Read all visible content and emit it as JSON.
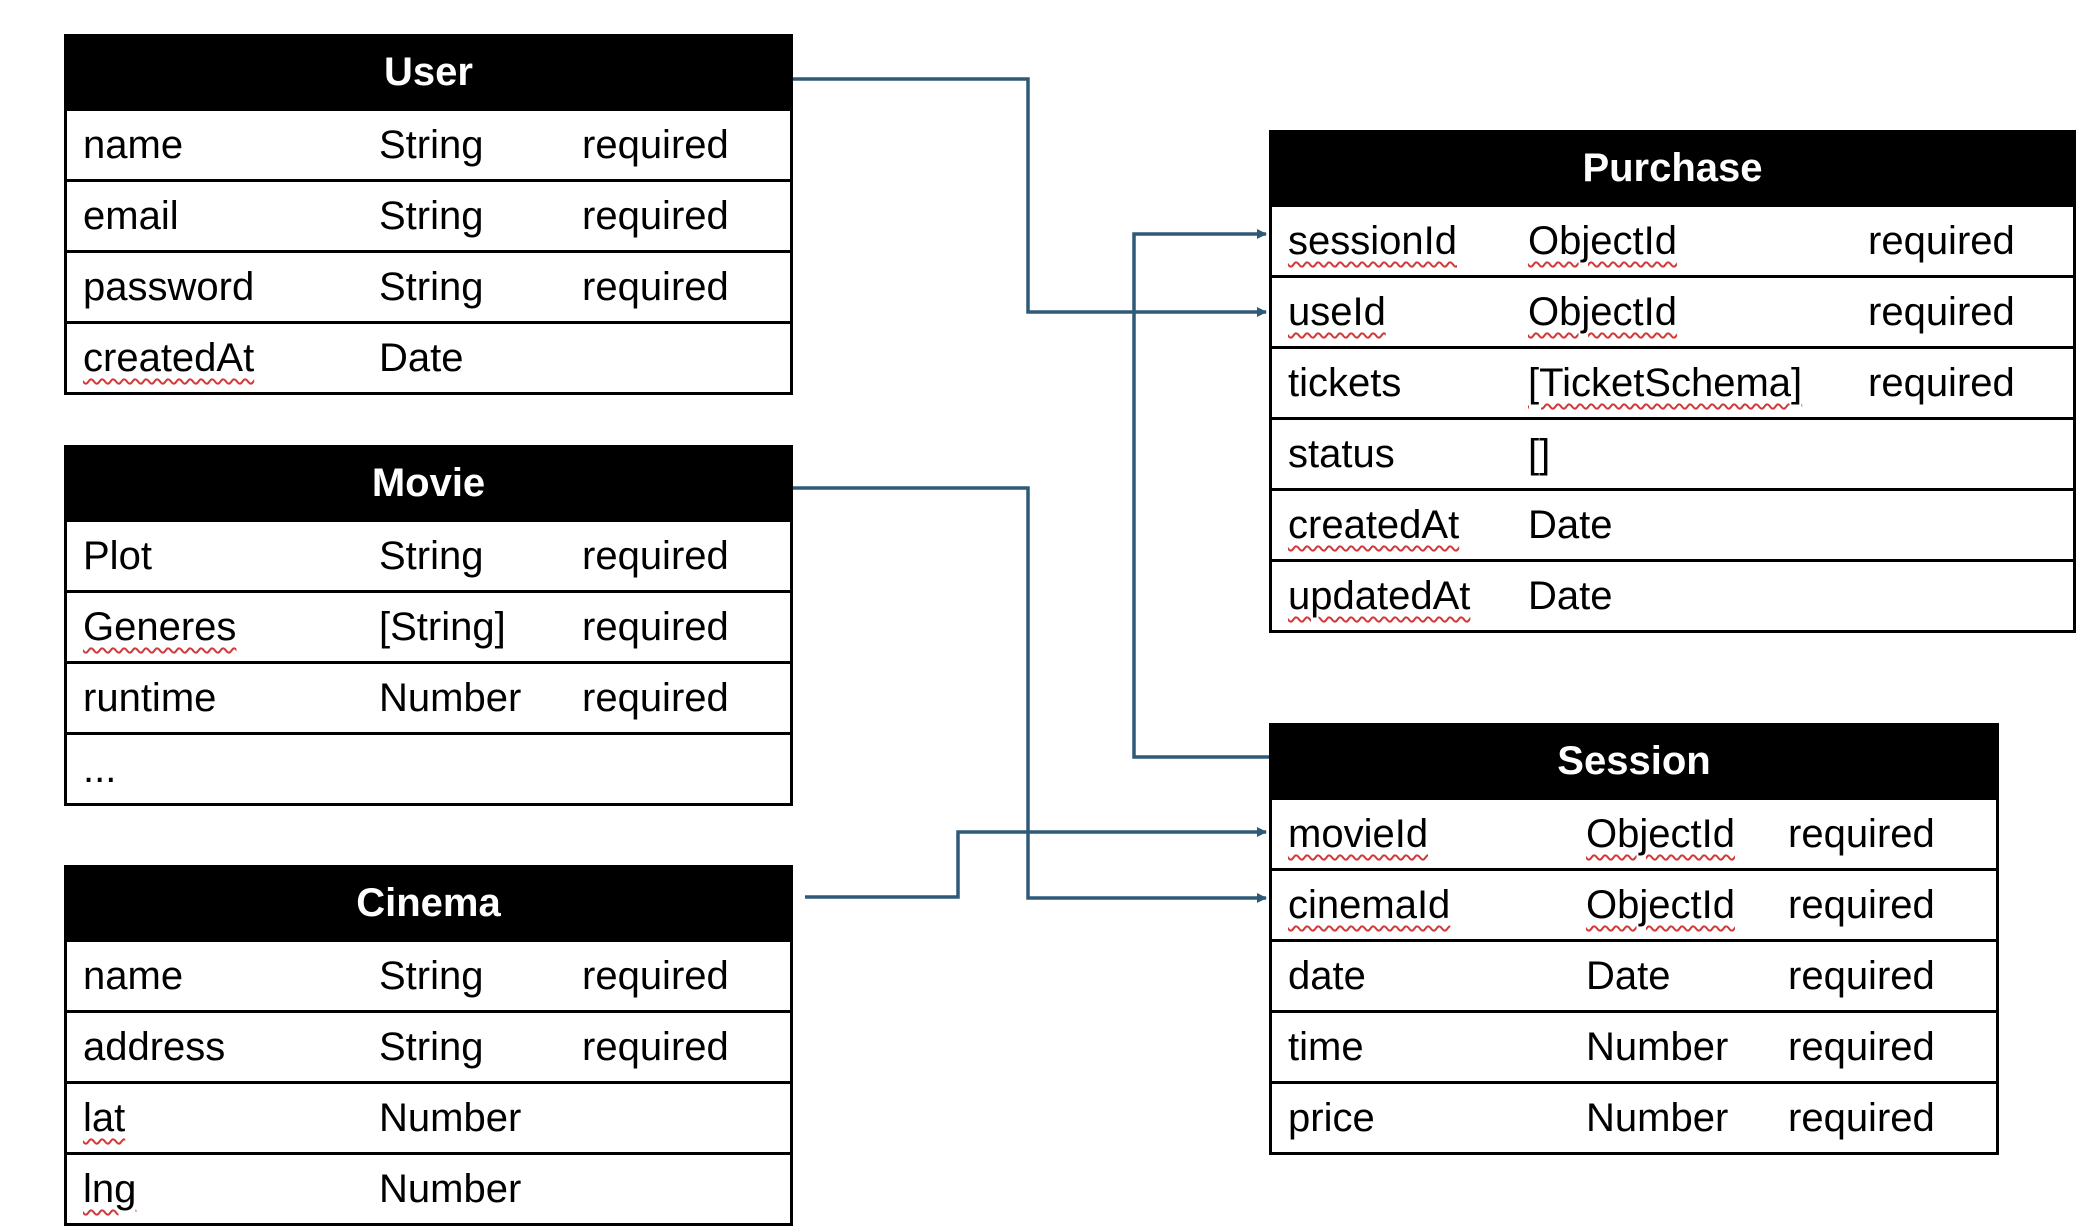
{
  "entities": {
    "user": {
      "title": "User",
      "fields": [
        {
          "name": "name",
          "type": "String",
          "req": "required"
        },
        {
          "name": "email",
          "type": "String",
          "req": "required"
        },
        {
          "name": "password",
          "type": "String",
          "req": "required"
        },
        {
          "name": "createdAt",
          "type": "Date",
          "req": ""
        }
      ]
    },
    "movie": {
      "title": "Movie",
      "fields": [
        {
          "name": "Plot",
          "type": "String",
          "req": "required"
        },
        {
          "name": "Generes",
          "type": "[String]",
          "req": "required"
        },
        {
          "name": "runtime",
          "type": "Number",
          "req": "required"
        },
        {
          "name": "...",
          "type": "",
          "req": ""
        }
      ]
    },
    "cinema": {
      "title": "Cinema",
      "fields": [
        {
          "name": "name",
          "type": "String",
          "req": "required"
        },
        {
          "name": "address",
          "type": "String",
          "req": "required"
        },
        {
          "name": "lat",
          "type": "Number",
          "req": ""
        },
        {
          "name": "lng",
          "type": "Number",
          "req": ""
        }
      ]
    },
    "purchase": {
      "title": "Purchase",
      "fields": [
        {
          "name": "sessionId",
          "type": "ObjectId",
          "req": "required"
        },
        {
          "name": "useId",
          "type": "ObjectId",
          "req": "required"
        },
        {
          "name": "tickets",
          "type": "[TicketSchema]",
          "req": "required"
        },
        {
          "name": "status",
          "type": "[]",
          "req": ""
        },
        {
          "name": "createdAt",
          "type": "Date",
          "req": ""
        },
        {
          "name": "updatedAt",
          "type": "Date",
          "req": ""
        }
      ]
    },
    "session": {
      "title": "Session",
      "fields": [
        {
          "name": "movieId",
          "type": "ObjectId",
          "req": "required"
        },
        {
          "name": "cinemaId",
          "type": "ObjectId",
          "req": "required"
        },
        {
          "name": "date",
          "type": "Date",
          "req": "required"
        },
        {
          "name": "time",
          "type": "Number",
          "req": "required"
        },
        {
          "name": "price",
          "type": "Number",
          "req": "required"
        }
      ]
    }
  },
  "relations": [
    {
      "from": "User",
      "to": "Purchase.useId"
    },
    {
      "from": "Session",
      "to": "Purchase.sessionId"
    },
    {
      "from": "Movie",
      "to": "Session.cinemaId"
    },
    {
      "from": "Cinema",
      "to": "Session.movieId"
    }
  ],
  "colors": {
    "header_bg": "#000000",
    "header_text": "#ffffff",
    "connector": "#2e5a78",
    "spellcheck_underline": "#d23a3a"
  }
}
